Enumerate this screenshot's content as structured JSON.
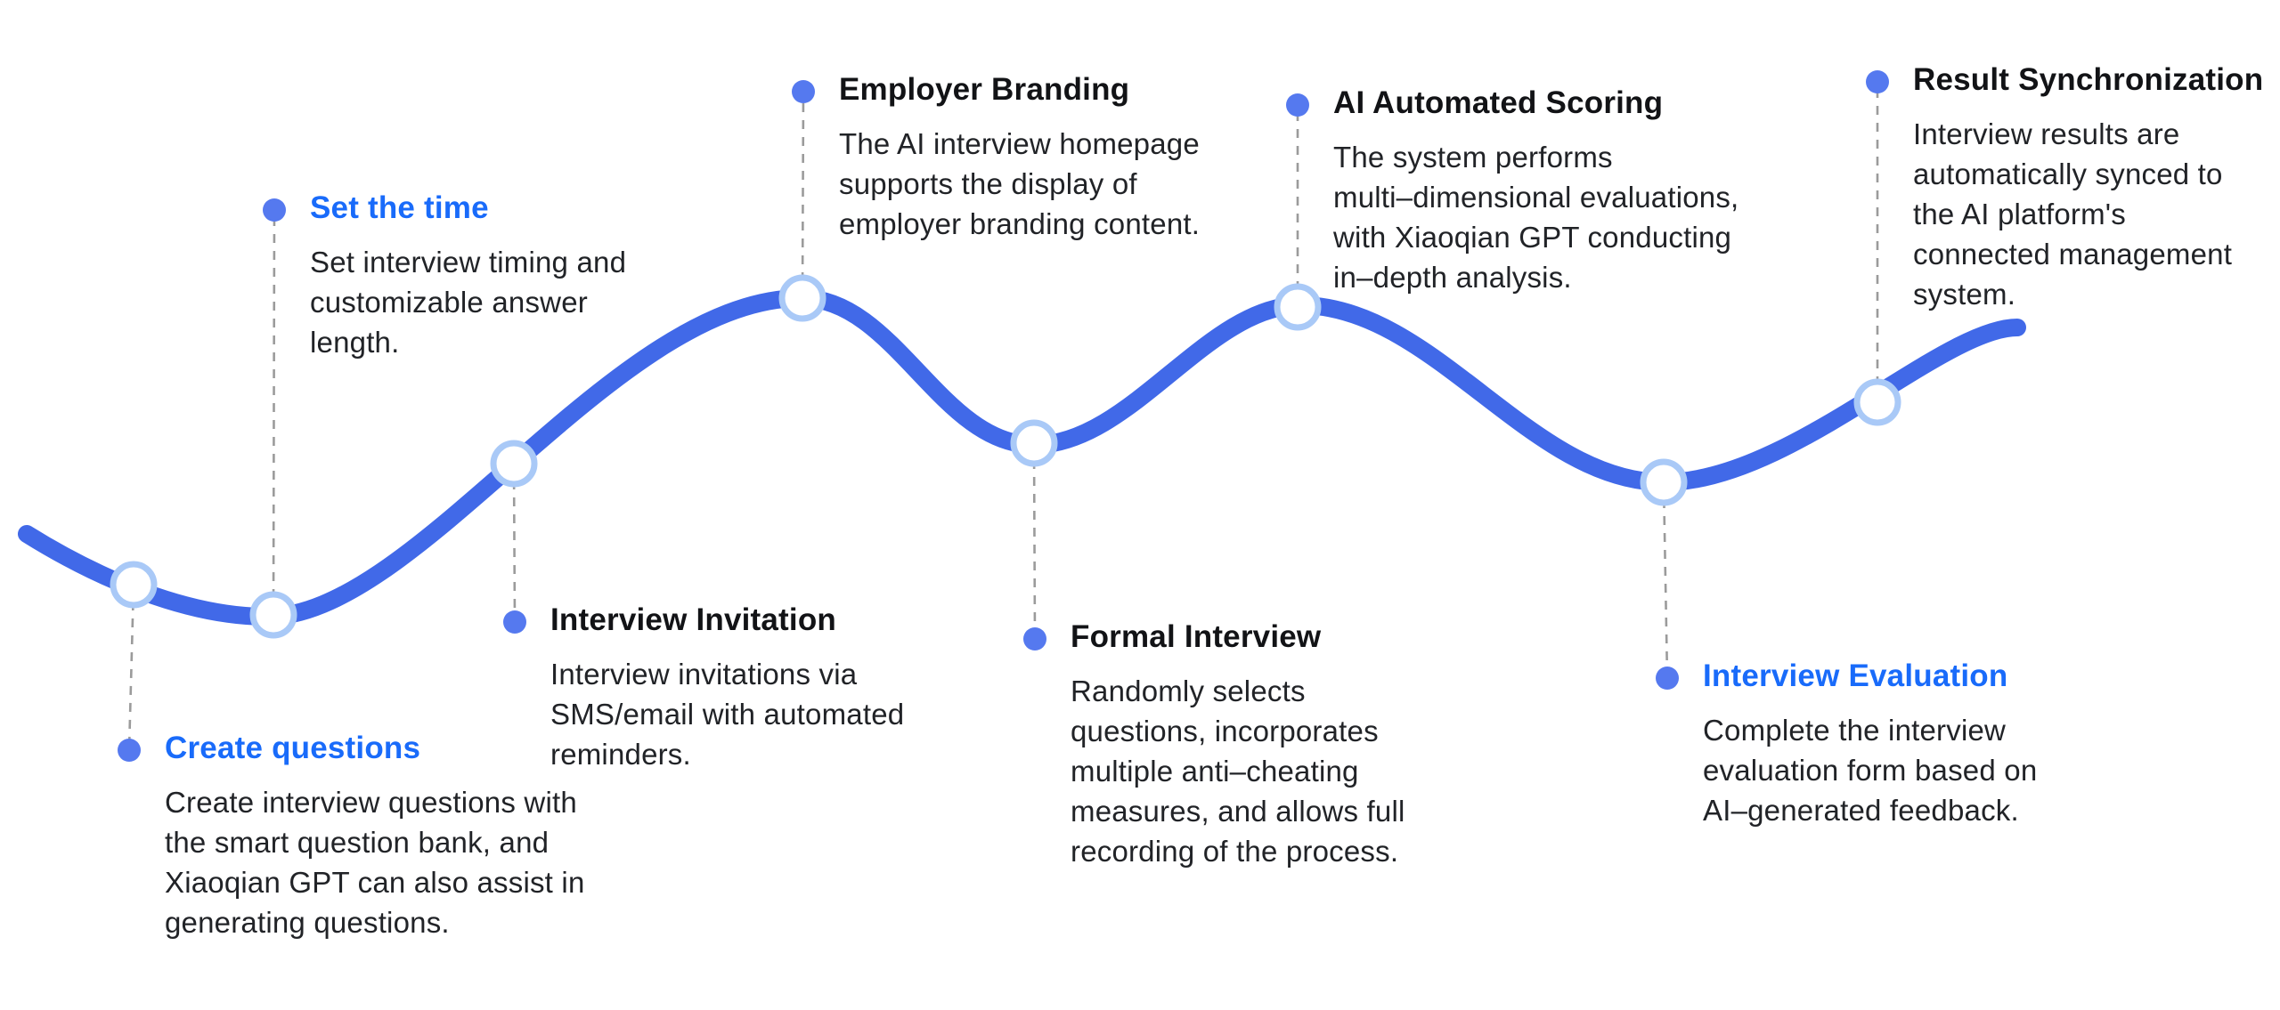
{
  "colors": {
    "accent_blue": "#196bfa",
    "dot_blue": "#5579ef",
    "curve_blue": "#4169e8",
    "node_ring_blue": "#a9c9f7",
    "node_fill": "#ffffff",
    "connector_gray": "#9b9b9b",
    "title_dark": "#121316",
    "body_text": "#212327",
    "page_bg": "#ffffff"
  },
  "steps": [
    {
      "title": "Create questions",
      "accent": true,
      "description": "Create interview questions with\nthe smart question bank, and\nXiaoqian GPT can also assist in\ngenerating questions."
    },
    {
      "title": "Set the time",
      "accent": true,
      "description": "Set interview timing and\ncustomizable answer\nlength."
    },
    {
      "title": "Interview Invitation",
      "accent": false,
      "description": "Interview invitations via\nSMS/email with automated\nreminders."
    },
    {
      "title": "Employer Branding",
      "accent": false,
      "description": "The AI interview homepage\nsupports the display of\nemployer branding content."
    },
    {
      "title": "Formal Interview",
      "accent": false,
      "description": "Randomly selects\nquestions, incorporates\nmultiple anti–cheating\nmeasures, and allows full\nrecording of the process."
    },
    {
      "title": "AI Automated Scoring",
      "accent": false,
      "description": "The system performs\nmulti–dimensional evaluations,\nwith Xiaoqian GPT conducting\nin–depth analysis."
    },
    {
      "title": "Interview Evaluation",
      "accent": true,
      "description": "Complete the interview\nevaluation form based on\nAI–generated feedback."
    },
    {
      "title": "Result Synchronization",
      "accent": false,
      "description": "Interview results are\nautomatically synced to\nthe AI platform's\nconnected management\nsystem."
    }
  ]
}
